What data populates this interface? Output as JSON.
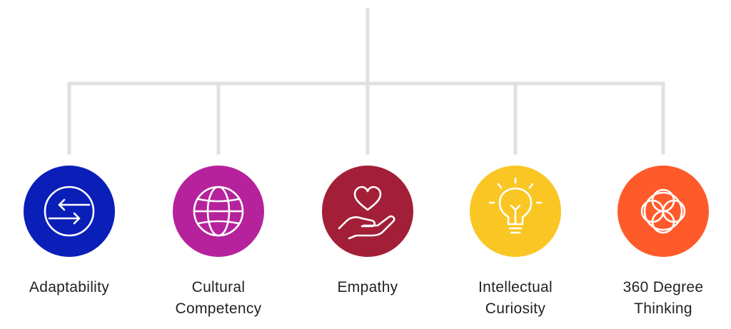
{
  "diagram": {
    "connector_color": "#e0e0e0",
    "nodes": [
      {
        "id": "adaptability",
        "label_lines": [
          "Adaptability"
        ],
        "color": "#0a1fb8",
        "icon": "arrows-exchange-icon"
      },
      {
        "id": "cultural-competency",
        "label_lines": [
          "Cultural",
          "Competency"
        ],
        "color": "#b5229b",
        "icon": "globe-icon"
      },
      {
        "id": "empathy",
        "label_lines": [
          "Empathy"
        ],
        "color": "#a31f37",
        "icon": "heart-in-hand-icon"
      },
      {
        "id": "intellectual-curiosity",
        "label_lines": [
          "Intellectual",
          "Curiosity"
        ],
        "color": "#f9c623",
        "icon": "lightbulb-icon"
      },
      {
        "id": "360-degree-thinking",
        "label_lines": [
          "360 Degree",
          "Thinking"
        ],
        "color": "#ff5a2a",
        "icon": "overlapping-circles-icon"
      }
    ]
  }
}
